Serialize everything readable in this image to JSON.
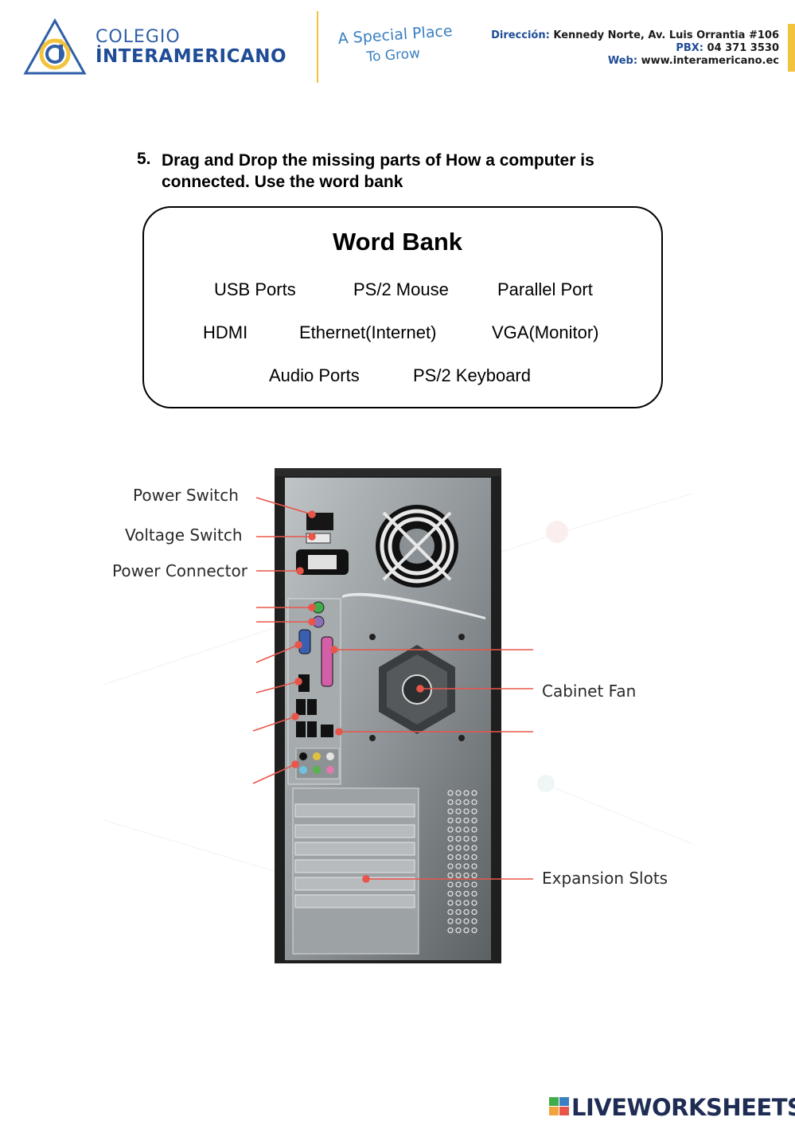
{
  "header": {
    "school_line1": "COLEGIO",
    "school_line2": "İNTERAMERICANO",
    "slogan_line1": "A Special Place",
    "slogan_line2": "To Grow",
    "address_label": "Dirección:",
    "address_value": "Kennedy Norte, Av. Luis Orrantia #106",
    "phone_label": "PBX:",
    "phone_value": "04 371 3530",
    "web_label": "Web:",
    "web_value": "www.interamericano.ec"
  },
  "question": {
    "number": "5.",
    "text": "Drag and Drop the missing parts of How a computer is connected. Use the word bank"
  },
  "word_bank": {
    "title": "Word Bank",
    "words": [
      "USB Ports",
      "PS/2 Mouse",
      "Parallel Port",
      "HDMI",
      "Ethernet(Internet)",
      "VGA(Monitor)",
      "Audio Ports",
      "PS/2 Keyboard"
    ]
  },
  "diagram": {
    "labels": {
      "power_switch": "Power Switch",
      "voltage_switch": "Voltage Switch",
      "power_connector": "Power Connector",
      "cabinet_fan": "Cabinet Fan",
      "expansion_slots": "Expansion Slots"
    },
    "accent_color": "#e8564a"
  },
  "footer": {
    "brand": "LIVEWORKSHEETS"
  }
}
